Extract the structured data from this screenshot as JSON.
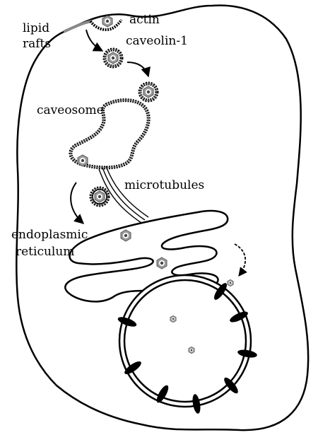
{
  "labels": {
    "lipid_rafts": [
      "lipid",
      "rafts"
    ],
    "actin": "actin",
    "caveolin": "caveolin-1",
    "caveosome": "caveosome",
    "microtubules": "microtubules",
    "endoplasmic_reticulum": [
      "endoplasmic",
      "reticulum"
    ]
  },
  "colors": {
    "outline": "#000000",
    "membrane_gray": "#8a8a8a",
    "virus_fill": "#9b9b9b",
    "background": "#ffffff"
  }
}
